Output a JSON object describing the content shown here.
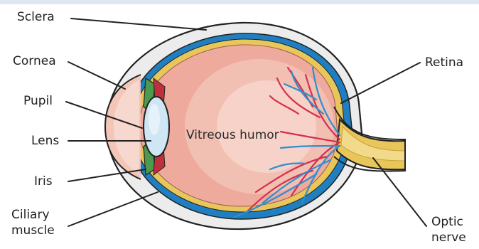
{
  "labels": {
    "sclera": "Sclera",
    "cornea": "Cornea",
    "pupil": "Pupil",
    "lens": "Lens",
    "iris": "Iris",
    "ciliary_1": "Ciliary",
    "ciliary_2": "muscle",
    "retina": "Retina",
    "optic_1": "Optic",
    "optic_2": "nerve",
    "vitreous": "Vitreous humor"
  },
  "colors": {
    "outline": "#222222",
    "sclera": "#ececec",
    "choroid": "#1f7fc0",
    "retina_band": "#e8c65a",
    "vitreous": "#eeaa9d",
    "vitreous_center": "#f6d2c8",
    "lens": "#cfe6f5",
    "iris": "#4c9a4b",
    "artery": "#d6304a",
    "vein": "#2e8fd0"
  }
}
